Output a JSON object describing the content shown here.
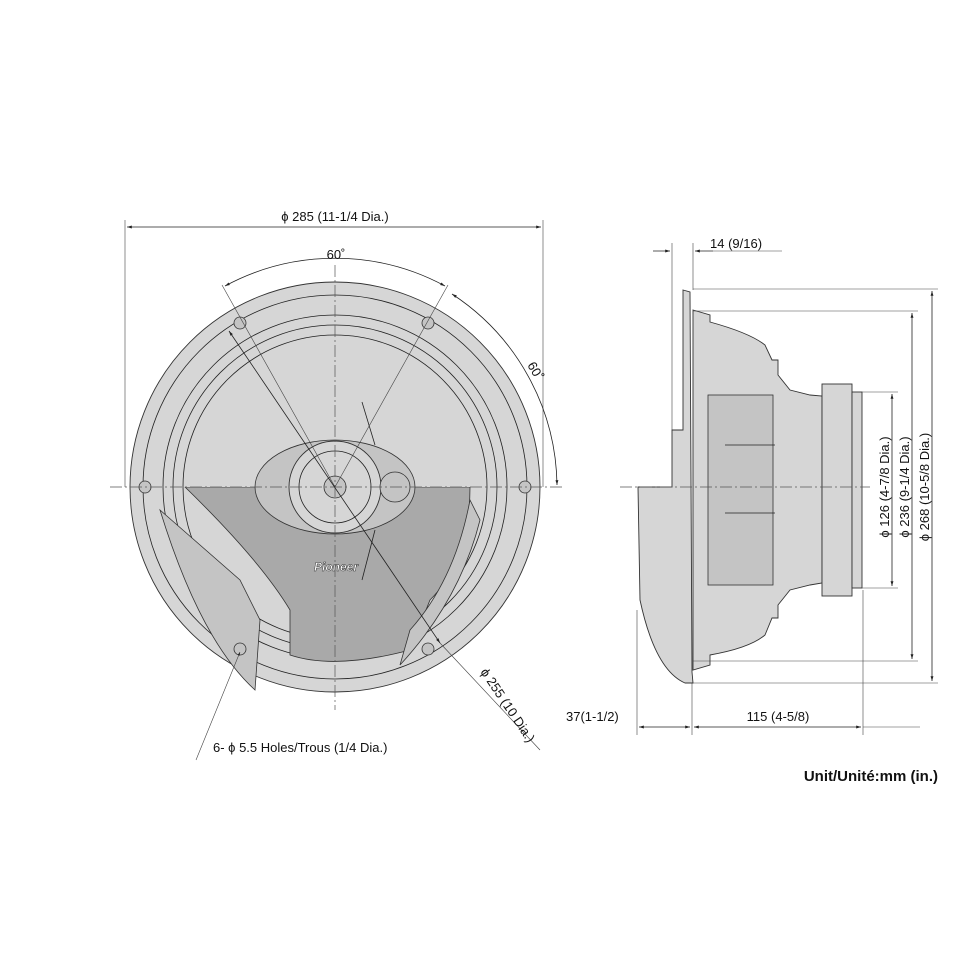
{
  "front_view": {
    "outer_diameter": "ϕ 285 (11-1/4 Dia.)",
    "angle_top": "60˚",
    "angle_side": "60˚",
    "cutout_diameter": "ϕ 255 (10 Dia.)",
    "holes": "6- ϕ 5.5 Holes/Trous (1/4 Dia.)",
    "brand_logo": "Pioneer"
  },
  "side_view": {
    "flange_thickness": "14 (9/16)",
    "magnet_diameter": "ϕ 126 (4-7/8 Dia.)",
    "basket_diameter": "ϕ 236 (9-1/4 Dia.)",
    "flange_diameter": "ϕ 268 (10-5/8 Dia.)",
    "front_protrusion": "37(1-1/2)",
    "mounting_depth": "115 (4-5/8)"
  },
  "units": "Unit/Unité:mm (in.)",
  "colors": {
    "body": "#d6d6d6",
    "grille_dark": "#a9a9a9",
    "line": "#222222"
  }
}
